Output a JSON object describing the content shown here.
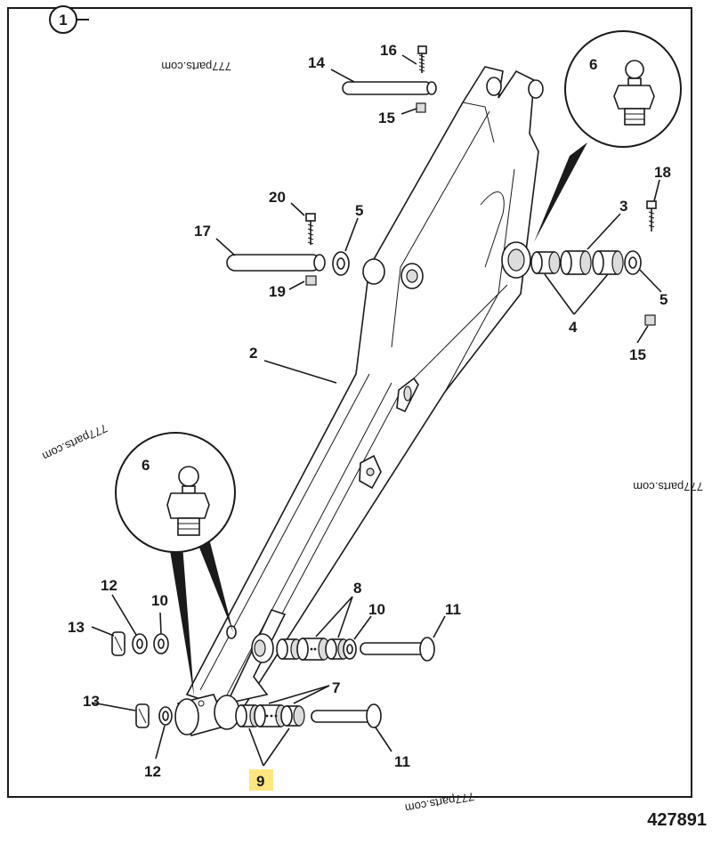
{
  "figure_number": "1",
  "document_number": "427891",
  "watermark": "777parts.com",
  "highlight_color": "#ffe680",
  "callouts": {
    "c14": "14",
    "c16": "16",
    "c15a": "15",
    "c6a": "6",
    "c18": "18",
    "c3": "3",
    "c20": "20",
    "c5a": "5",
    "c17": "17",
    "c19": "19",
    "c5b": "5",
    "c4": "4",
    "c15b": "15",
    "c2": "2",
    "c6b": "6",
    "c8": "8",
    "c12a": "12",
    "c10a": "10",
    "c10b": "10",
    "c11a": "11",
    "c13a": "13",
    "c7": "7",
    "c13b": "13",
    "c12b": "12",
    "c11b": "11",
    "c9": "9"
  }
}
